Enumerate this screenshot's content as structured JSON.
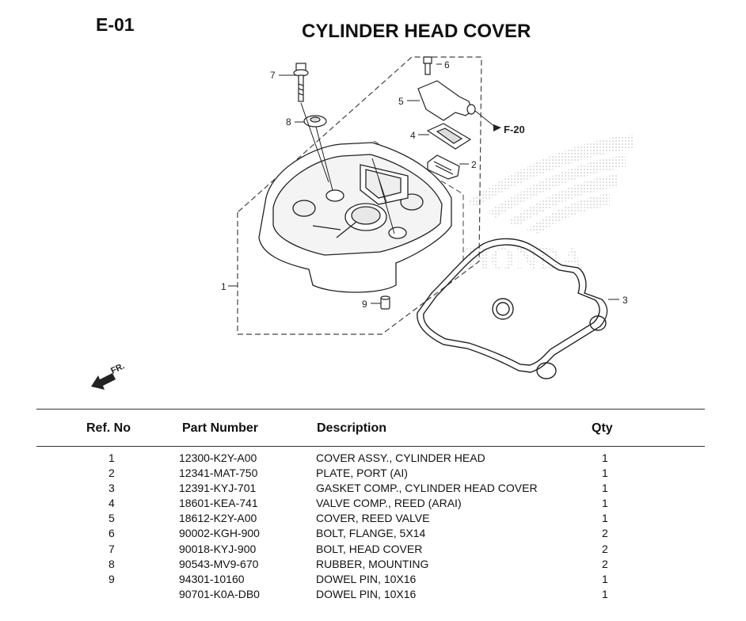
{
  "page": {
    "section_code": "E-01",
    "title": "CYLINDER HEAD COVER"
  },
  "diagram": {
    "callouts": [
      "1",
      "2",
      "3",
      "4",
      "5",
      "6",
      "7",
      "8",
      "9"
    ],
    "ref_label": "F-20",
    "direction_label": "FR.",
    "watermark": "HONDA"
  },
  "table": {
    "headers": {
      "ref_no": "Ref. No",
      "part_number": "Part Number",
      "description": "Description",
      "qty": "Qty"
    },
    "rows": [
      {
        "ref": "1",
        "part_number": "12300-K2Y-A00",
        "description": "COVER ASSY., CYLINDER HEAD",
        "qty": "1"
      },
      {
        "ref": "2",
        "part_number": "12341-MAT-750",
        "description": "PLATE, PORT (AI)",
        "qty": "1"
      },
      {
        "ref": "3",
        "part_number": "12391-KYJ-701",
        "description": "GASKET COMP., CYLINDER HEAD COVER",
        "qty": "1"
      },
      {
        "ref": "4",
        "part_number": "18601-KEA-741",
        "description": "VALVE COMP., REED (ARAI)",
        "qty": "1"
      },
      {
        "ref": "5",
        "part_number": "18612-K2Y-A00",
        "description": "COVER, REED VALVE",
        "qty": "1"
      },
      {
        "ref": "6",
        "part_number": "90002-KGH-900",
        "description": "BOLT, FLANGE, 5X14",
        "qty": "2"
      },
      {
        "ref": "7",
        "part_number": "90018-KYJ-900",
        "description": "BOLT, HEAD COVER",
        "qty": "2"
      },
      {
        "ref": "8",
        "part_number": "90543-MV9-670",
        "description": "RUBBER, MOUNTING",
        "qty": "2"
      },
      {
        "ref": "9",
        "part_number": "94301-10160",
        "description": "DOWEL PIN, 10X16",
        "qty": "1"
      },
      {
        "ref": "",
        "part_number": "90701-K0A-DB0",
        "description": "DOWEL PIN, 10X16",
        "qty": "1"
      }
    ]
  }
}
